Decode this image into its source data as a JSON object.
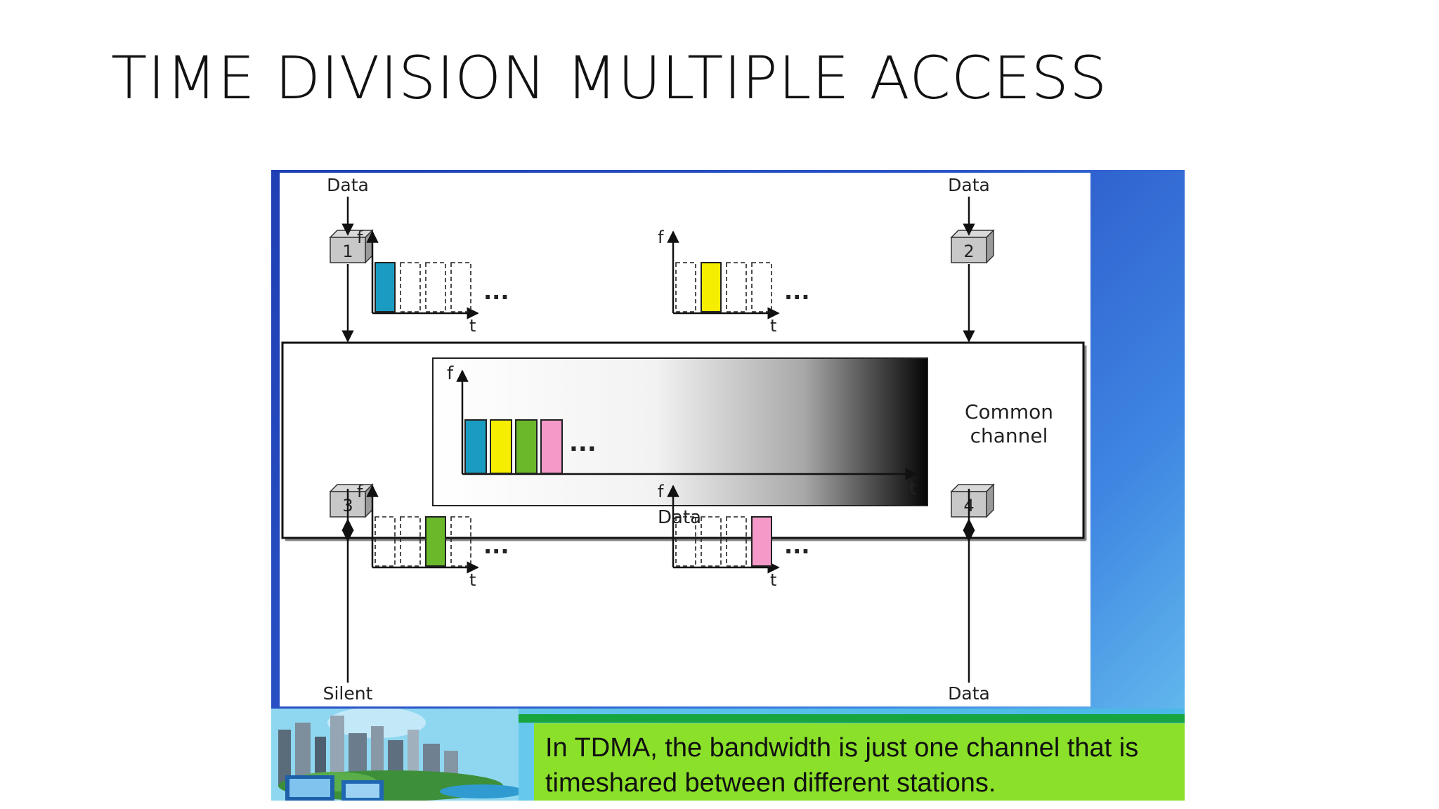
{
  "slide": {
    "title": "TIME DIVISION MULTIPLE ACCESS"
  },
  "diagram": {
    "stations": [
      {
        "id": "1",
        "input_label": "Data",
        "slot_color": "#1a9bc2",
        "active_slot": 1
      },
      {
        "id": "2",
        "input_label": "Data",
        "slot_color": "#f5ee00",
        "active_slot": 2
      },
      {
        "id": "3",
        "input_label": "Silent",
        "input_label_color": "#cc2a6e",
        "slot_color": "#6bb82b",
        "active_slot": 3
      },
      {
        "id": "4",
        "input_label": "Data",
        "slot_color": "#f59ac8",
        "active_slot": 4
      }
    ],
    "axis_f": "f",
    "axis_t": "t",
    "ellipsis": "...",
    "channel_label_line1": "Common",
    "channel_label_line2": "channel",
    "channel_data_label": "Data",
    "channel_slot_colors": [
      "#1a9bc2",
      "#f5ee00",
      "#6bb82b",
      "#f59ac8"
    ]
  },
  "caption": {
    "line1": "In TDMA, the bandwidth is just one channel that is",
    "line2": "timeshared between different stations."
  }
}
